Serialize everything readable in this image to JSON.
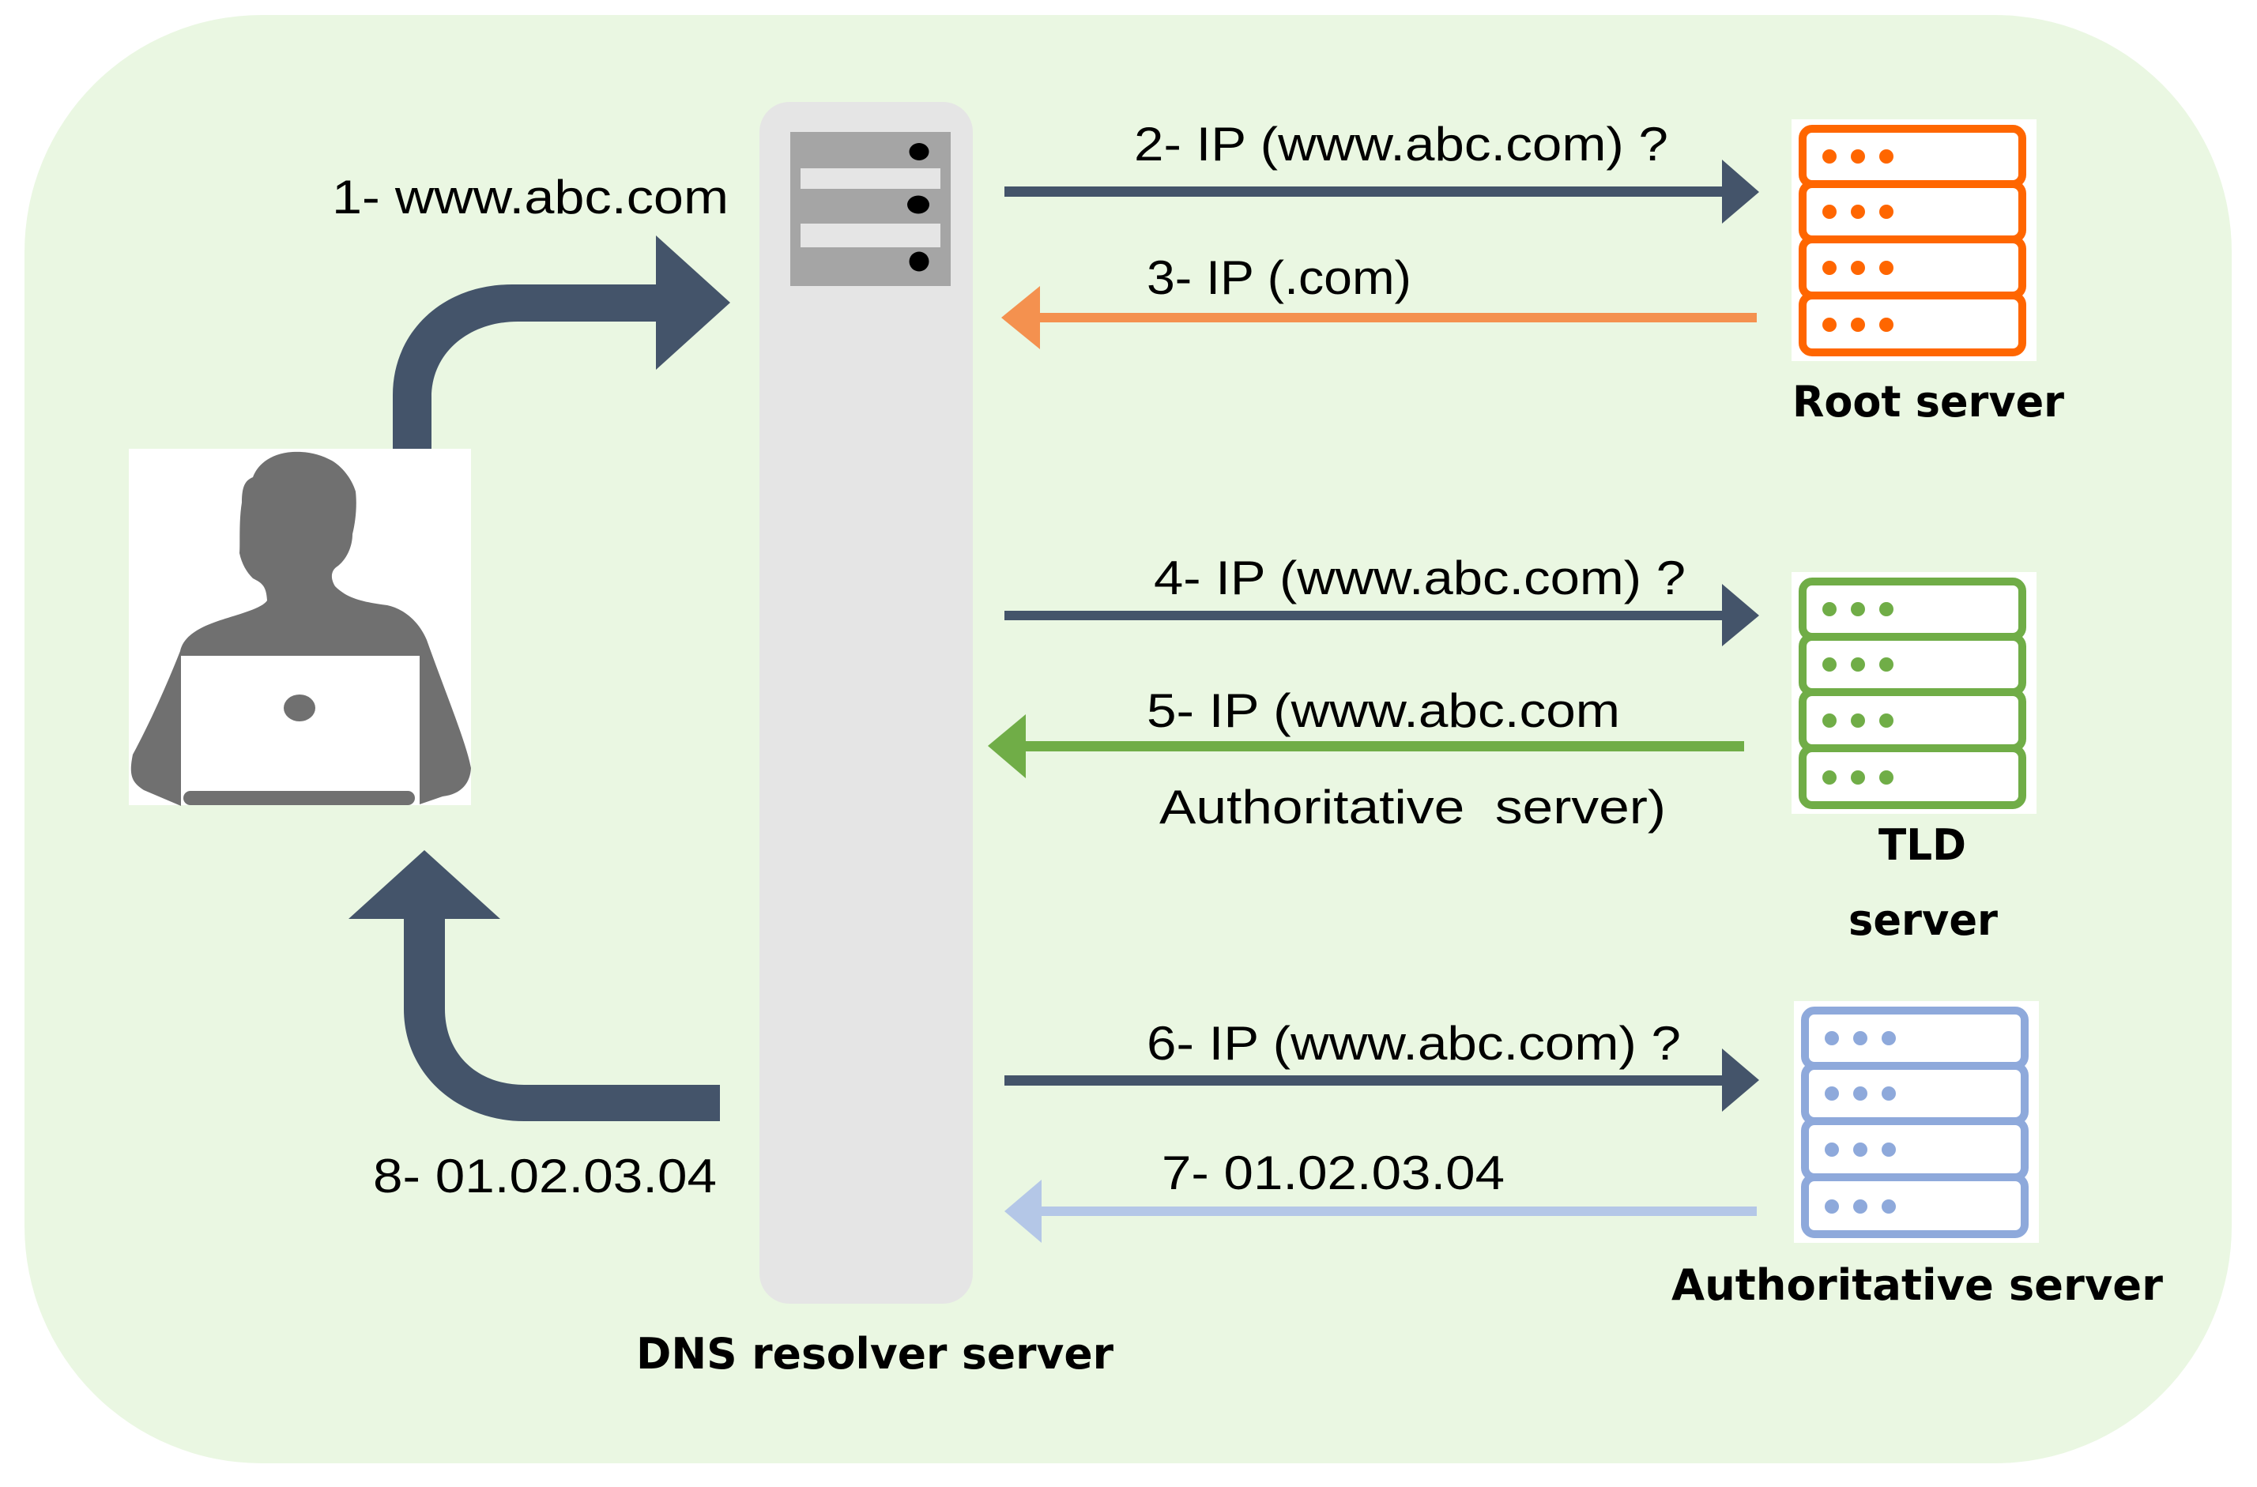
{
  "diagram": {
    "title": "DNS resolution flow",
    "background_color": "#EAF7E2",
    "nodes": {
      "client": {
        "label": "",
        "icon": "user-with-laptop-icon",
        "color": "#707070"
      },
      "resolver": {
        "label": "DNS resolver server",
        "icon": "server-rack-icon",
        "color": "#A5A5A5"
      },
      "root": {
        "label": "Root server",
        "icon": "server-stack-icon",
        "color": "#FF6600"
      },
      "tld": {
        "label_line1": "TLD",
        "label_line2": "server",
        "icon": "server-stack-icon",
        "color": "#70AD47"
      },
      "authoritative": {
        "label": "Authoritative server",
        "icon": "server-stack-icon",
        "color": "#8EA9DB"
      }
    },
    "steps": [
      {
        "step": 1,
        "label": "1- www.abc.com",
        "from": "client",
        "to": "resolver",
        "color": "#44546A"
      },
      {
        "step": 2,
        "label": "2- IP (www.abc.com) ?",
        "from": "resolver",
        "to": "root",
        "color": "#44546A"
      },
      {
        "step": 3,
        "label": "3- IP (.com)",
        "from": "root",
        "to": "resolver",
        "color": "#F4914F"
      },
      {
        "step": 4,
        "label": "4- IP (www.abc.com) ?",
        "from": "resolver",
        "to": "tld",
        "color": "#44546A"
      },
      {
        "step": 5,
        "label_line1": "5- IP (www.abc.com",
        "label_line2": "Authoritative  server)",
        "from": "tld",
        "to": "resolver",
        "color": "#70AD47"
      },
      {
        "step": 6,
        "label": "6- IP (www.abc.com) ?",
        "from": "resolver",
        "to": "authoritative",
        "color": "#44546A"
      },
      {
        "step": 7,
        "label": "7- 01.02.03.04",
        "from": "authoritative",
        "to": "resolver",
        "color": "#B4C7E7"
      },
      {
        "step": 8,
        "label": "8- 01.02.03.04",
        "from": "resolver",
        "to": "client",
        "color": "#44546A"
      }
    ]
  }
}
